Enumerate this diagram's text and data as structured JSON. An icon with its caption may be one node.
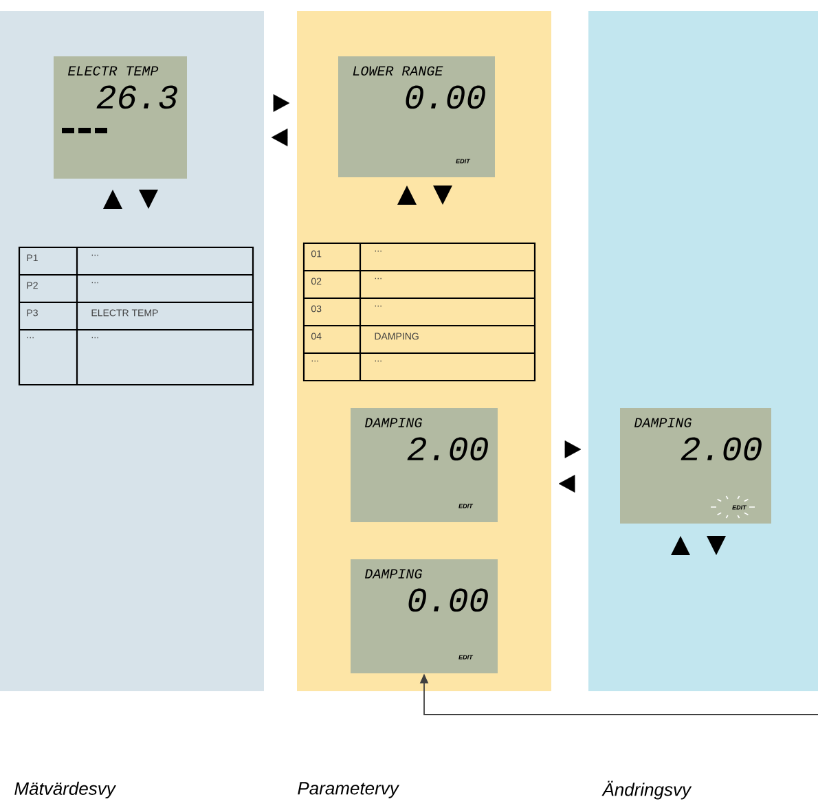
{
  "diagram": {
    "nodes": [
      {
        "text": [],
        "shape": "box"
      },
      {
        "text": [
          "ELECTR TEMP",
          "26.3"
        ],
        "in": 0
      },
      {
        "text": [
          "P1",
          "...",
          "P2",
          "...",
          "P3",
          "ELECTR TEMP",
          "...",
          "..."
        ],
        "in": 0
      },
      {
        "text": [],
        "shape": "box"
      },
      {
        "text": [
          "LOWER RANGE",
          "0.00",
          "EDIT"
        ],
        "in": 3
      },
      {
        "text": [
          "01",
          "...",
          "02",
          "...",
          "03",
          "...",
          "04",
          "DAMPING",
          "...",
          "..."
        ],
        "in": 3
      },
      {
        "text": [
          "DAMPING",
          "2.00",
          "EDIT"
        ],
        "in": 3
      },
      {
        "text": [
          "DAMPING",
          "0.00",
          "EDIT"
        ],
        "in": 3
      },
      {
        "text": [],
        "shape": "box"
      },
      {
        "text": [
          "DAMPING",
          "2.00",
          "EDIT"
        ],
        "in": 8
      }
    ],
    "edges": [
      {
        "from": 0,
        "to": 3,
        "arrow": "to"
      },
      {
        "from": 3,
        "to": 0,
        "arrow": "to"
      },
      {
        "from": 3,
        "to": 8,
        "arrow": "to"
      },
      {
        "from": 8,
        "to": 3,
        "arrow": "to"
      },
      {
        "from": null,
        "to": 7,
        "arrow": "to"
      }
    ],
    "labels": [
      "Mätvärdesvy",
      "Parametervy",
      "Ändringsvy"
    ]
  }
}
